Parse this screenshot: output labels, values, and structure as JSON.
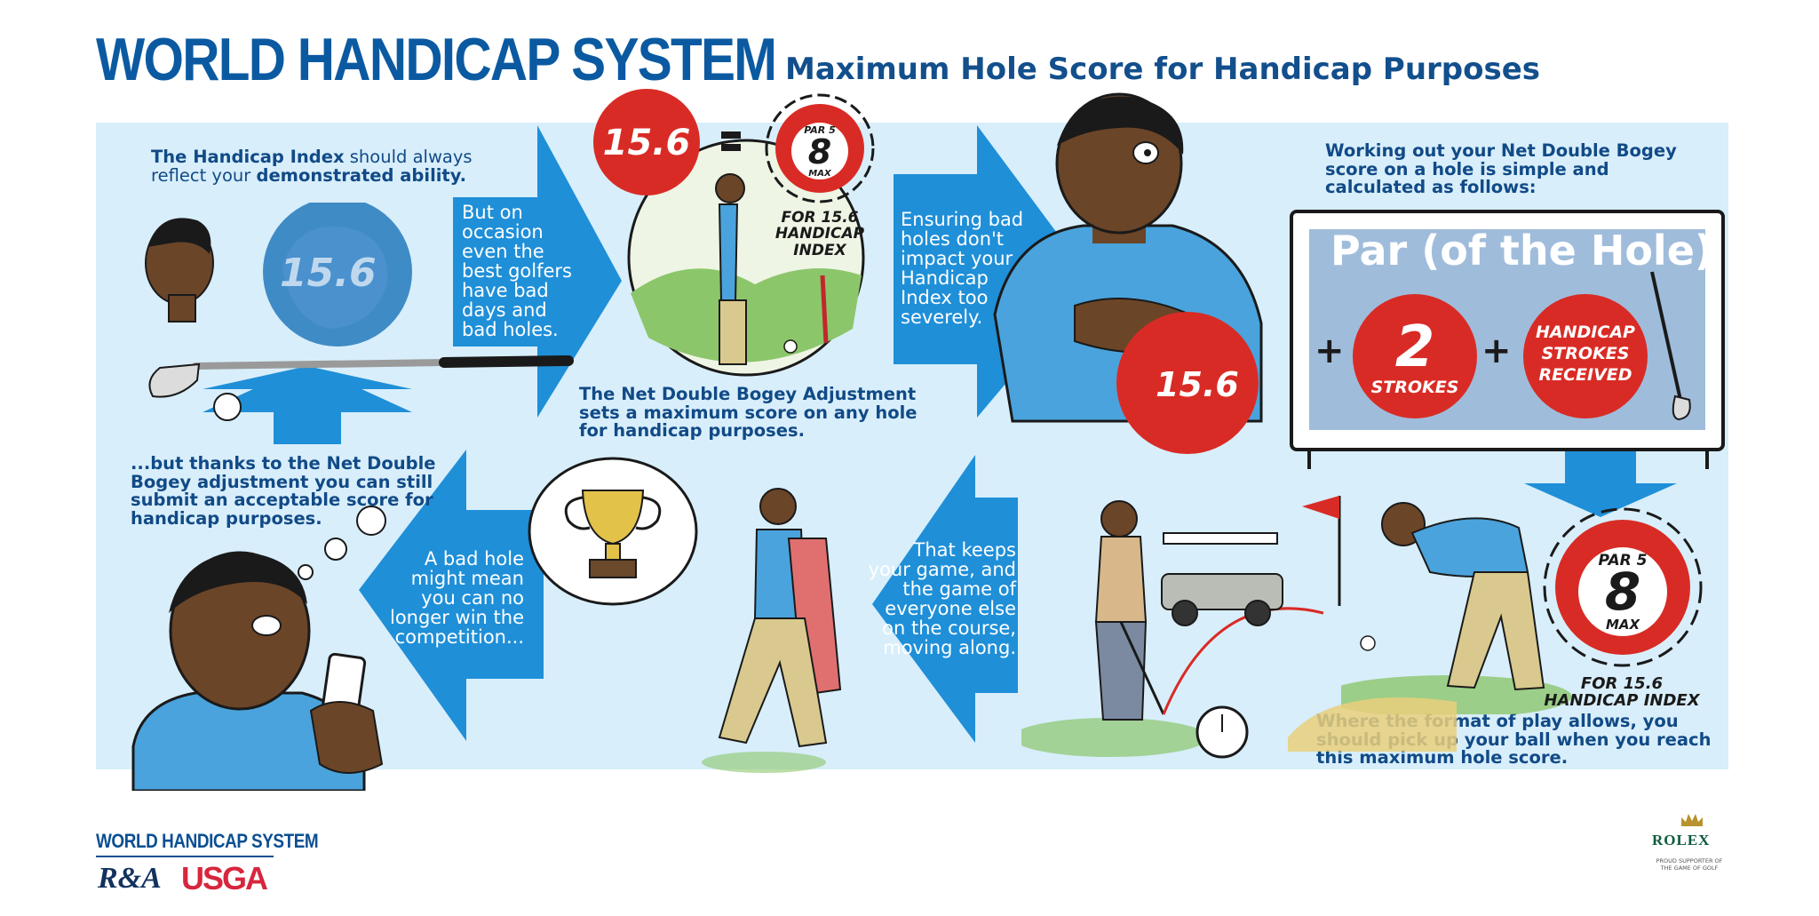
{
  "header": {
    "title": "WORLD HANDICAP SYSTEM",
    "subtitle": "Maximum Hole Score for Handicap Purposes"
  },
  "texts": {
    "index_a": "The Handicap Index",
    "index_b": " should always",
    "index_c": "reflect your ",
    "index_d": "demonstrated ability.",
    "occasion": [
      "But on",
      "occasion",
      "even the",
      "best golfers",
      "have bad",
      "days and",
      "bad holes."
    ],
    "ndb_sets": [
      "The Net Double Bogey Adjustment",
      "sets a maximum score on any hole",
      "for handicap purposes."
    ],
    "ensuring": [
      "Ensuring bad",
      "holes don't",
      "impact your",
      "Handicap",
      "Index too",
      "severely."
    ],
    "working": [
      "Working out your Net Double Bogey",
      "score on a hole is simple and",
      "calculated as follows:"
    ],
    "but_thanks": [
      "...but thanks to the Net Double",
      "Bogey adjustment you can still",
      "submit an acceptable score for",
      "handicap purposes."
    ],
    "bad_hole": [
      "A bad hole",
      "might mean",
      "you can no",
      "longer win the",
      "competition..."
    ],
    "keeps": [
      "That keeps",
      "your game, and",
      "the game of",
      "everyone else",
      "on the course,",
      "moving along."
    ],
    "pickup": [
      "Where the format of play allows, you",
      "should pick up your ball when you reach",
      "this maximum hole score."
    ]
  },
  "badges": {
    "index_value": "15.6",
    "par_label": "PAR 5",
    "max_value": "8",
    "max_label": "MAX",
    "for_index": [
      "FOR 15.6",
      "HANDICAP",
      "INDEX"
    ],
    "for_index_bottom": [
      "FOR 15.6",
      "HANDICAP INDEX"
    ]
  },
  "formula": {
    "header": "Par (of the Hole)",
    "plus": "+",
    "strokes_value": "2",
    "strokes_label": "STROKES",
    "hsr": [
      "HANDICAP",
      "STROKES",
      "RECEIVED"
    ]
  },
  "logos": {
    "whs": "WORLD HANDICAP SYSTEM",
    "ra": "R&A",
    "usga": "USGA",
    "rolex": "ROLEX",
    "rolex_sub": [
      "PROUD SUPPORTER OF",
      "THE GAME OF GOLF"
    ]
  },
  "colors": {
    "panel": "#d8eefb",
    "arrow": "#1f8fd8",
    "badge_red": "#d92b25",
    "navy": "#114a86",
    "skin": "#6b4528",
    "shirt": "#4aa3dc"
  }
}
